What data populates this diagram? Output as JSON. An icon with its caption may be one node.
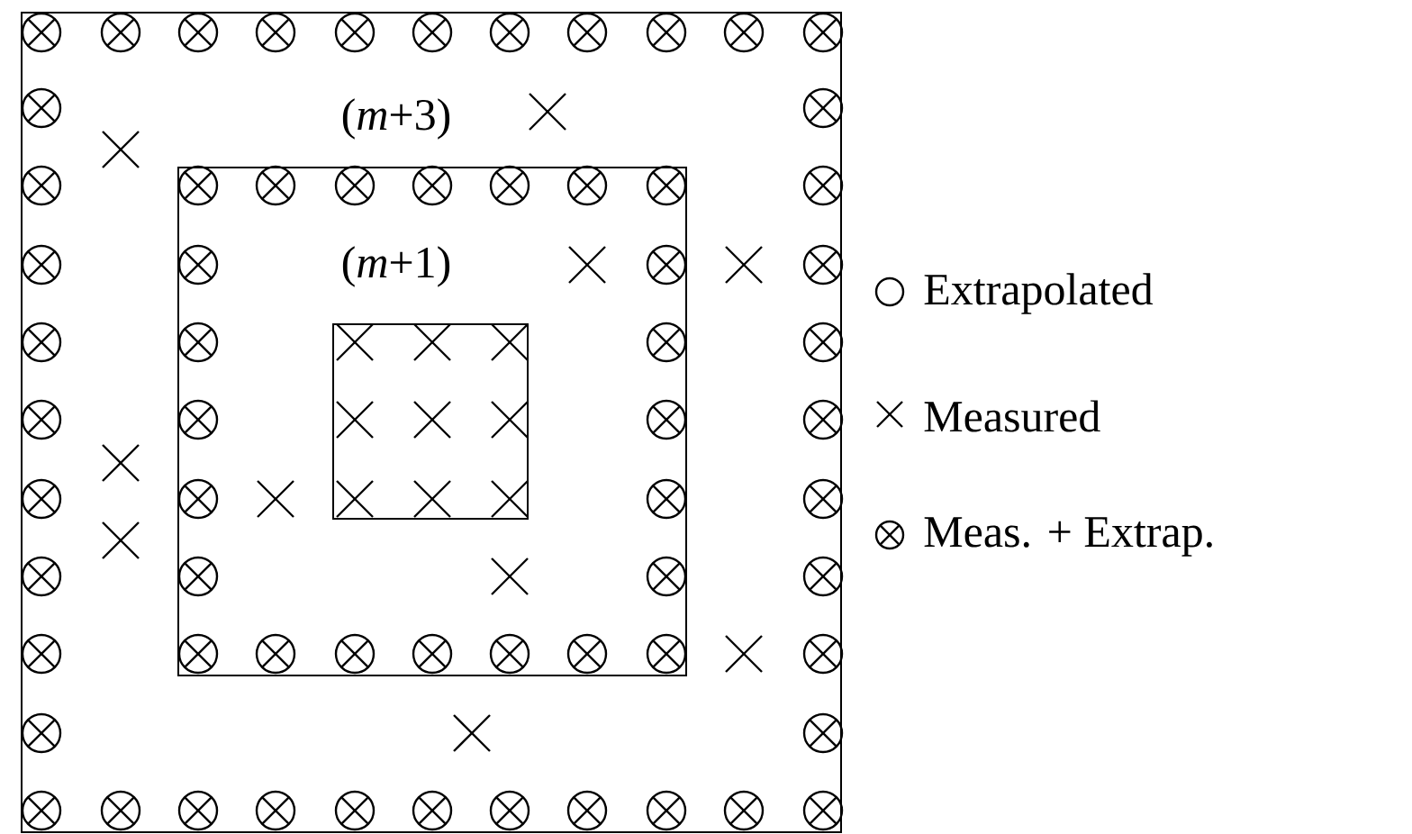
{
  "diagram": {
    "nodes": [
      {
        "text": [
          "(*m*+3)"
        ]
      },
      {
        "text": [
          "(*m*+1)"
        ],
        "in": 0
      },
      {
        "text": [],
        "shape": "box",
        "in": 1
      }
    ],
    "legend": [
      {
        "text": "Extrapolated"
      },
      {
        "text": "Measured"
      },
      {
        "text": "Meas. + Extrap."
      }
    ]
  }
}
